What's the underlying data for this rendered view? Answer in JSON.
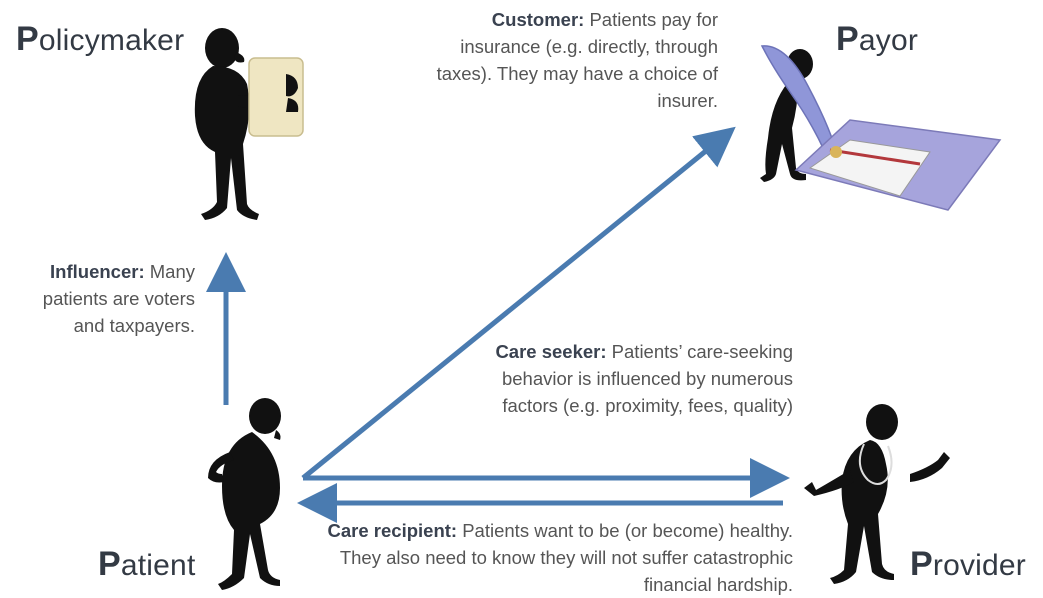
{
  "actors": {
    "policymaker": {
      "cap": "P",
      "rest": "olicymaker"
    },
    "payor": {
      "cap": "P",
      "rest": "ayor"
    },
    "patient": {
      "cap": "P",
      "rest": "atient"
    },
    "provider": {
      "cap": "P",
      "rest": "rovider"
    }
  },
  "roles": {
    "customer": {
      "label": "Customer:",
      "text": " Patients pay for insurance (e.g. directly, through taxes). They may have a choice of insurer."
    },
    "influencer": {
      "label": "Influencer:",
      "text": " Many patients are voters and taxpayers."
    },
    "care_seeker": {
      "label": "Care seeker:",
      "text": " Patients’ care-seeking behavior is influenced by numerous factors (e.g. proximity, fees, quality)"
    },
    "care_recipient": {
      "label": "Care recipient:",
      "text": " Patients want to be (or become) healthy. They also need to know they will not suffer catastrophic financial hardship."
    }
  },
  "colors": {
    "arrow": "#4a7bb0",
    "figure": "#111111",
    "paper": "#efe6c2",
    "fish": "#8f96d8",
    "card": "#a6a4dc"
  }
}
